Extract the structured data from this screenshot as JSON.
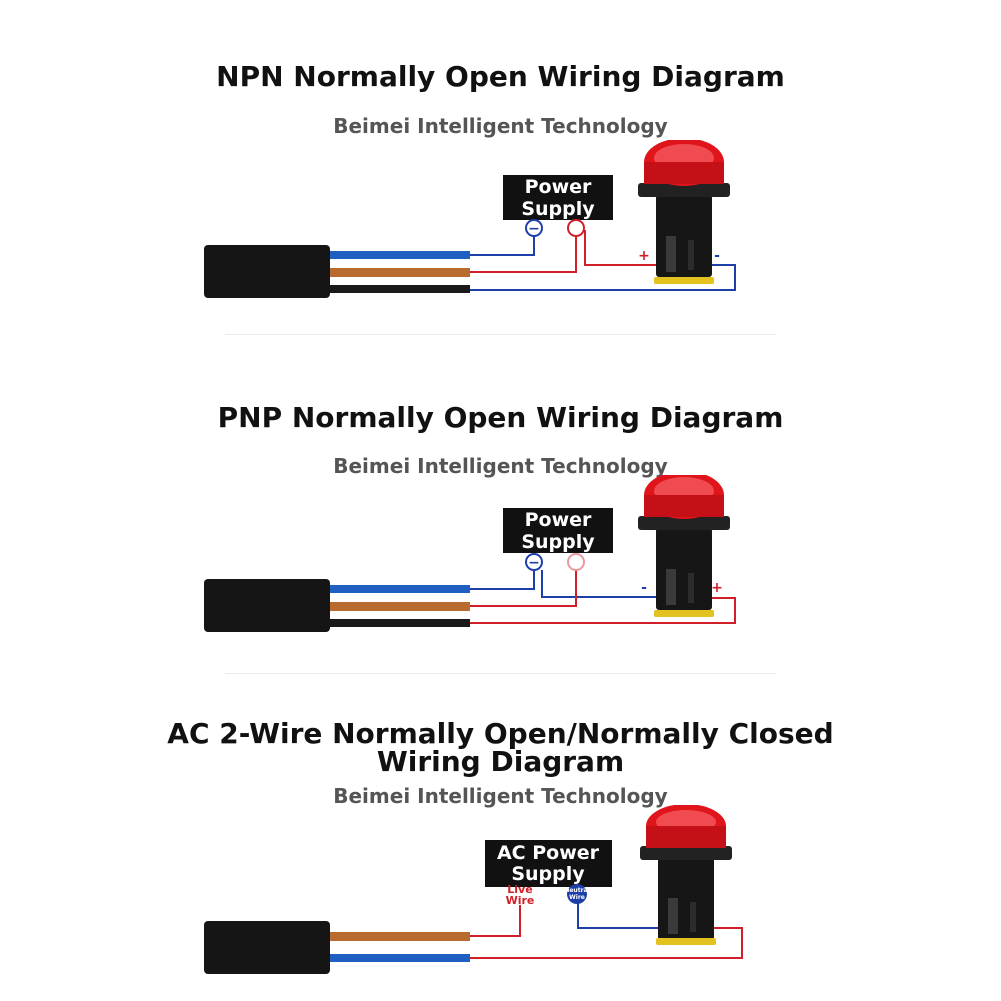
{
  "colors": {
    "blue_wire": "#1f5fc1",
    "brown_wire": "#b96a2e",
    "black_wire": "#1a1a1a",
    "red_line": "#d11f2a",
    "blue_line": "#1f3fa8",
    "lamp_red": "#e0141b",
    "lamp_body": "#161616",
    "cable": "#151515"
  },
  "subtitle": "Beimei Intelligent Technology",
  "diagrams": [
    {
      "title": "NPN Normally Open Wiring Diagram",
      "supply": [
        "Power",
        "Supply"
      ],
      "neg_symbol": "−",
      "plus_label": "+",
      "minus_label": "-"
    },
    {
      "title": "PNP Normally Open Wiring Diagram",
      "supply": [
        "Power",
        "Supply"
      ],
      "neg_symbol": "−",
      "plus_label": "+",
      "minus_label": "-"
    },
    {
      "title_lines": [
        "AC 2-Wire Normally Open/Normally Closed",
        "Wiring Diagram"
      ],
      "supply": [
        "AC Power",
        "Supply"
      ],
      "live_label": [
        "Live",
        "Wire"
      ],
      "neutral_label": [
        "Neutral",
        "Wire"
      ]
    }
  ]
}
